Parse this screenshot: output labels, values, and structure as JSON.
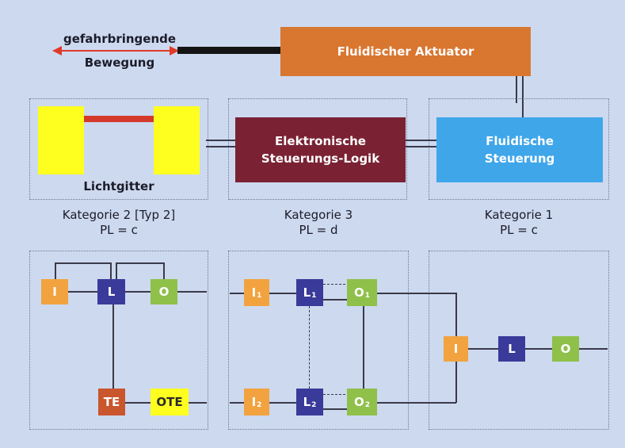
{
  "top": {
    "motion_label_line1": "gefahrbringende",
    "motion_label_line2": "Bewegung",
    "actuator": "Fluidischer Aktuator"
  },
  "devices": {
    "light_curtain": "Lichtgitter",
    "logic_line1": "Elektronische",
    "logic_line2": "Steuerungs-Logik",
    "fluid_ctrl_line1": "Fluidische",
    "fluid_ctrl_line2": "Steuerung"
  },
  "categories": [
    {
      "name": "Kategorie 2 [Typ 2]",
      "pl": "PL = c"
    },
    {
      "name": "Kategorie 3",
      "pl": "PL = d"
    },
    {
      "name": "Kategorie 1",
      "pl": "PL = c"
    }
  ],
  "cat2_blocks": {
    "input": "I",
    "logic": "L",
    "output": "O",
    "test": "TE",
    "test_output": "OTE"
  },
  "cat3_blocks": {
    "input1": "I",
    "input1_sub": "1",
    "logic1": "L",
    "logic1_sub": "1",
    "output1": "O",
    "output1_sub": "1",
    "input2": "I",
    "input2_sub": "2",
    "logic2": "L",
    "logic2_sub": "2",
    "output2": "O",
    "output2_sub": "2"
  },
  "cat1_blocks": {
    "input": "I",
    "logic": "L",
    "output": "O"
  },
  "colors": {
    "background": "#cdd9ef",
    "actuator": "#d9762f",
    "logic_unit": "#7a2233",
    "fluid_control": "#3fa6ea",
    "light_curtain": "#ffff1f",
    "beam": "#d33a2c",
    "arrow": "#e03a2a",
    "input_block": "#f2a33f",
    "logic_block": "#3a3a9a",
    "output_block": "#8fc04a",
    "test_block": "#c9562c",
    "test_output_block": "#ffff1f"
  }
}
